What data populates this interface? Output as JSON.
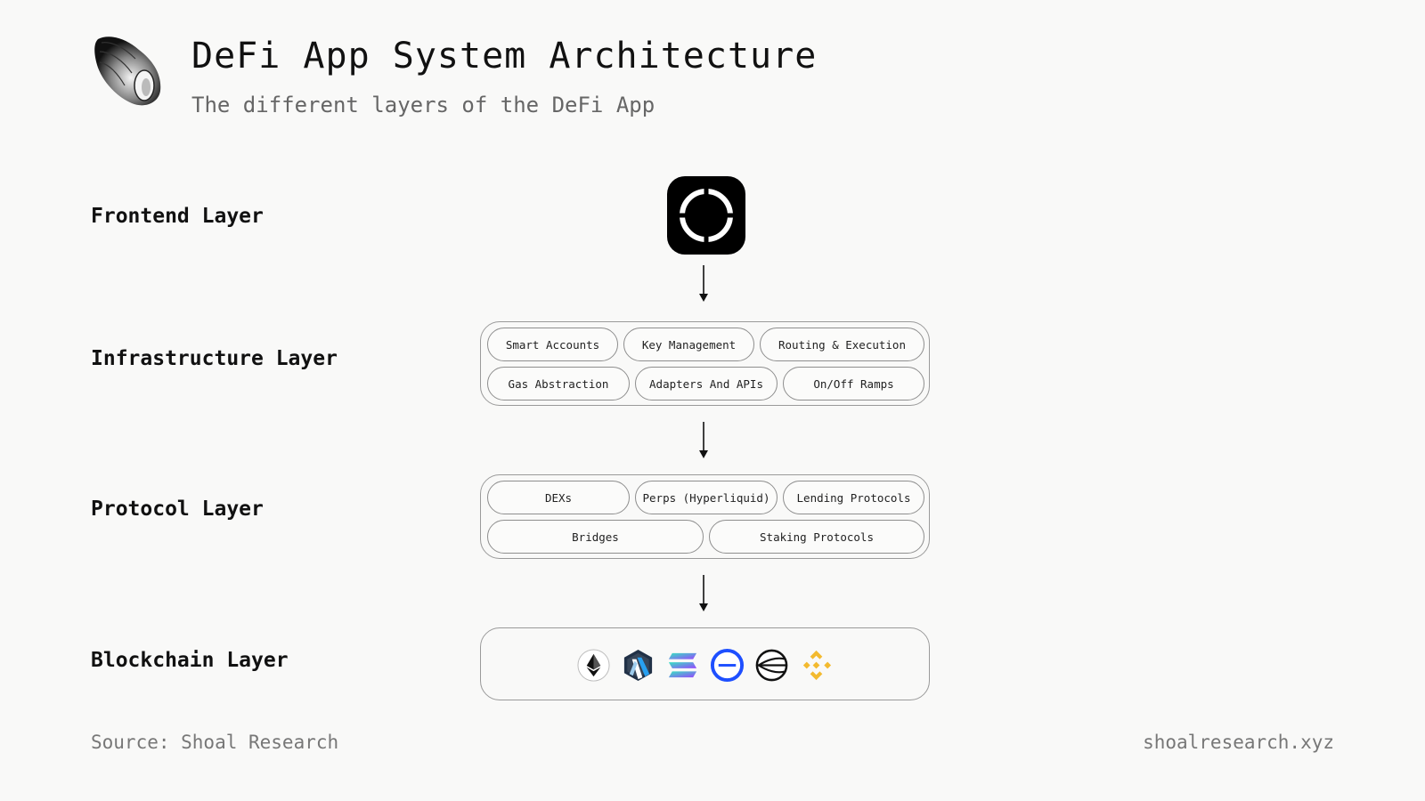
{
  "header": {
    "title": "DeFi App System Architecture",
    "subtitle": "The different layers of the DeFi App",
    "logo_icon": "shell-logo-icon"
  },
  "layers": [
    {
      "label": "Frontend Layer",
      "icon": "defi-app-icon"
    },
    {
      "label": "Infrastructure Layer",
      "components": [
        "Smart Accounts",
        "Key Management",
        "Routing & Execution",
        "Gas Abstraction",
        "Adapters And APIs",
        "On/Off Ramps"
      ]
    },
    {
      "label": "Protocol Layer",
      "components": [
        "DEXs",
        "Perps (Hyperliquid)",
        "Lending Protocols",
        "Bridges",
        "Staking Protocols"
      ]
    },
    {
      "label": "Blockchain Layer",
      "chain_icons": [
        "ethereum-icon",
        "arbitrum-icon",
        "solana-icon",
        "base-icon",
        "sonic-icon",
        "bnb-icon"
      ]
    }
  ],
  "colors": {
    "background": "#f9f9f8",
    "text": "#111111",
    "muted": "#777777",
    "border": "#9a9a9a",
    "solana_teal": "#35e3c2",
    "solana_purple": "#9945ff",
    "base_blue": "#1e4fff",
    "bnb_yellow": "#f3ba2f",
    "arbitrum_blue": "#2d6fb8"
  },
  "footer": {
    "source": "Source: Shoal Research",
    "site": "shoalresearch.xyz"
  }
}
